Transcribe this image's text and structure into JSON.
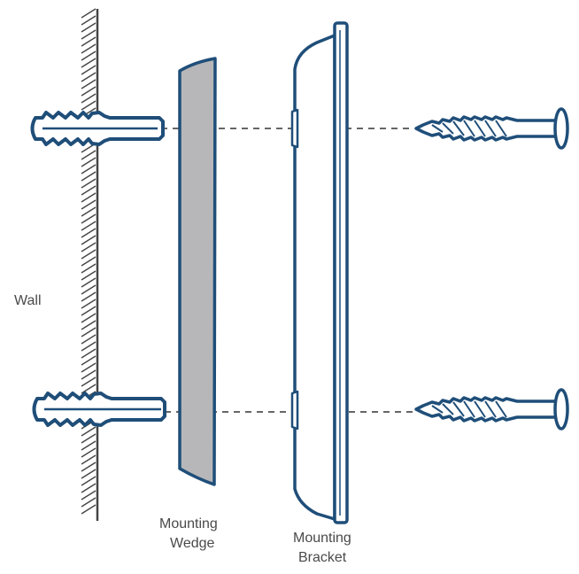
{
  "labels": {
    "wall": "Wall",
    "wedge": [
      "Mounting",
      "Wedge"
    ],
    "bracket": [
      "Mounting",
      "Bracket"
    ]
  },
  "colors": {
    "outline": "#1f4e79",
    "wedge_fill": "#b7b7b9",
    "dash": "#333333",
    "hatch": "#444444",
    "text": "#4a4a4a"
  }
}
